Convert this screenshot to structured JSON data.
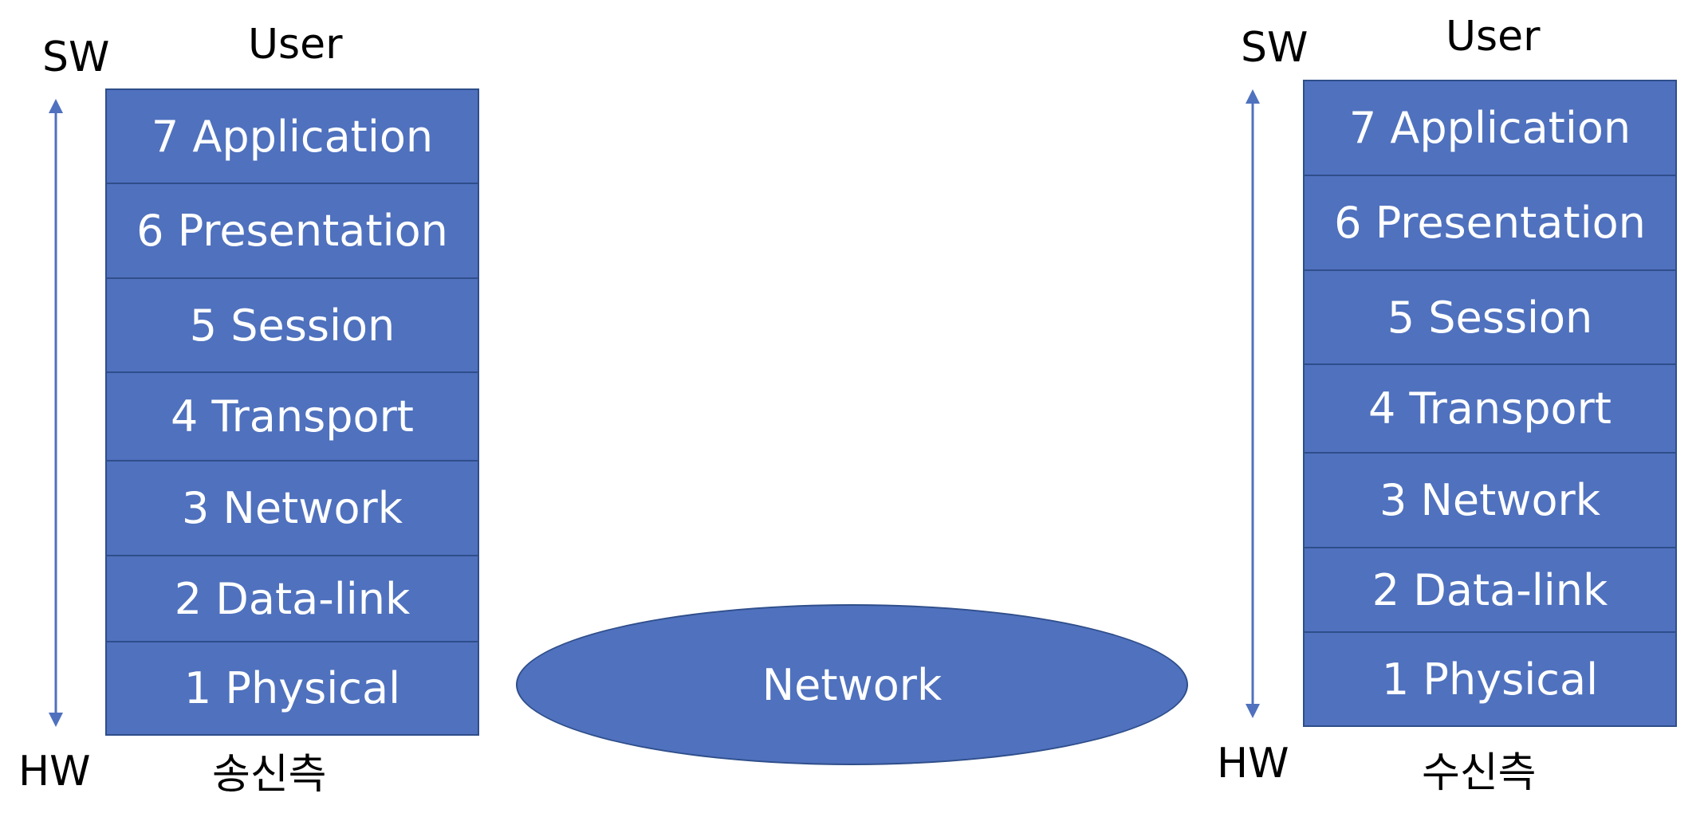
{
  "colors": {
    "layer_fill": "#4f71be",
    "layer_border": "#2f4e8a",
    "arrow": "#4f71be"
  },
  "sender": {
    "top_label": "SW",
    "user_label": "User",
    "bottom_label": "HW",
    "caption": "송신측",
    "layers": [
      "7 Application",
      "6 Presentation",
      "5 Session",
      "4 Transport",
      "3 Network",
      "2 Data-link",
      "1 Physical"
    ]
  },
  "receiver": {
    "top_label": "SW",
    "user_label": "User",
    "bottom_label": "HW",
    "caption": "수신측",
    "layers": [
      "7 Application",
      "6 Presentation",
      "5 Session",
      "4 Transport",
      "3 Network",
      "2 Data-link",
      "1 Physical"
    ]
  },
  "network": {
    "label": "Network"
  }
}
